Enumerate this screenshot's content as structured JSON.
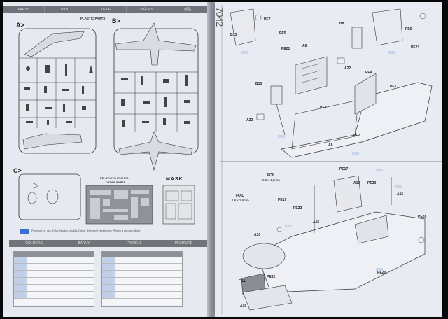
{
  "left_page": {
    "header_tabs": [
      "PARTS",
      "DÍLY",
      "TEILE",
      "PIÈCES",
      "部品"
    ],
    "plastic_parts_title": "PLASTIC PARTS",
    "sprue_a_label": "A>",
    "sprue_b_label": "B>",
    "sprue_c_label": "C>",
    "pe_title_line1": "PE - PHOTO ETCHED",
    "pe_title_line2": "DETAIL PARTS",
    "mask_label": "MASK",
    "note_text": "Parts not for use. Díly nebudou použity. Diese Teile nicht verwenden. Pièces à ne pas utiliser.",
    "colours_tabs": [
      "COLOURS",
      "BARVY",
      "FARBEN",
      "PEINTURE"
    ]
  },
  "right_page": {
    "kit_number": "7042",
    "top_step_labels": [
      "B13",
      "PE7",
      "PE5",
      "PE21",
      "A6",
      "A22",
      "PE4",
      "PE1",
      "B13",
      "PE3",
      "PE2",
      "A22",
      "A8",
      "B8",
      "PE6",
      "PE21"
    ],
    "bottom_step_labels": [
      "FOIL",
      "2,2 x 1,6mm",
      "FOIL",
      "1,6 x 1,6mm",
      "PE19",
      "PE22",
      "A15",
      "PE17",
      "A13",
      "PE23",
      "A16",
      "A10",
      "PE28",
      "PE20",
      "PE32",
      "FILL",
      "A10"
    ]
  },
  "colors": {
    "paper": "#e9ebf2",
    "ink": "#2a2c30",
    "highlight_blue": "#3d6fd2",
    "paint_chip": "#bfd0e8",
    "header_gray": "#6f7278"
  }
}
